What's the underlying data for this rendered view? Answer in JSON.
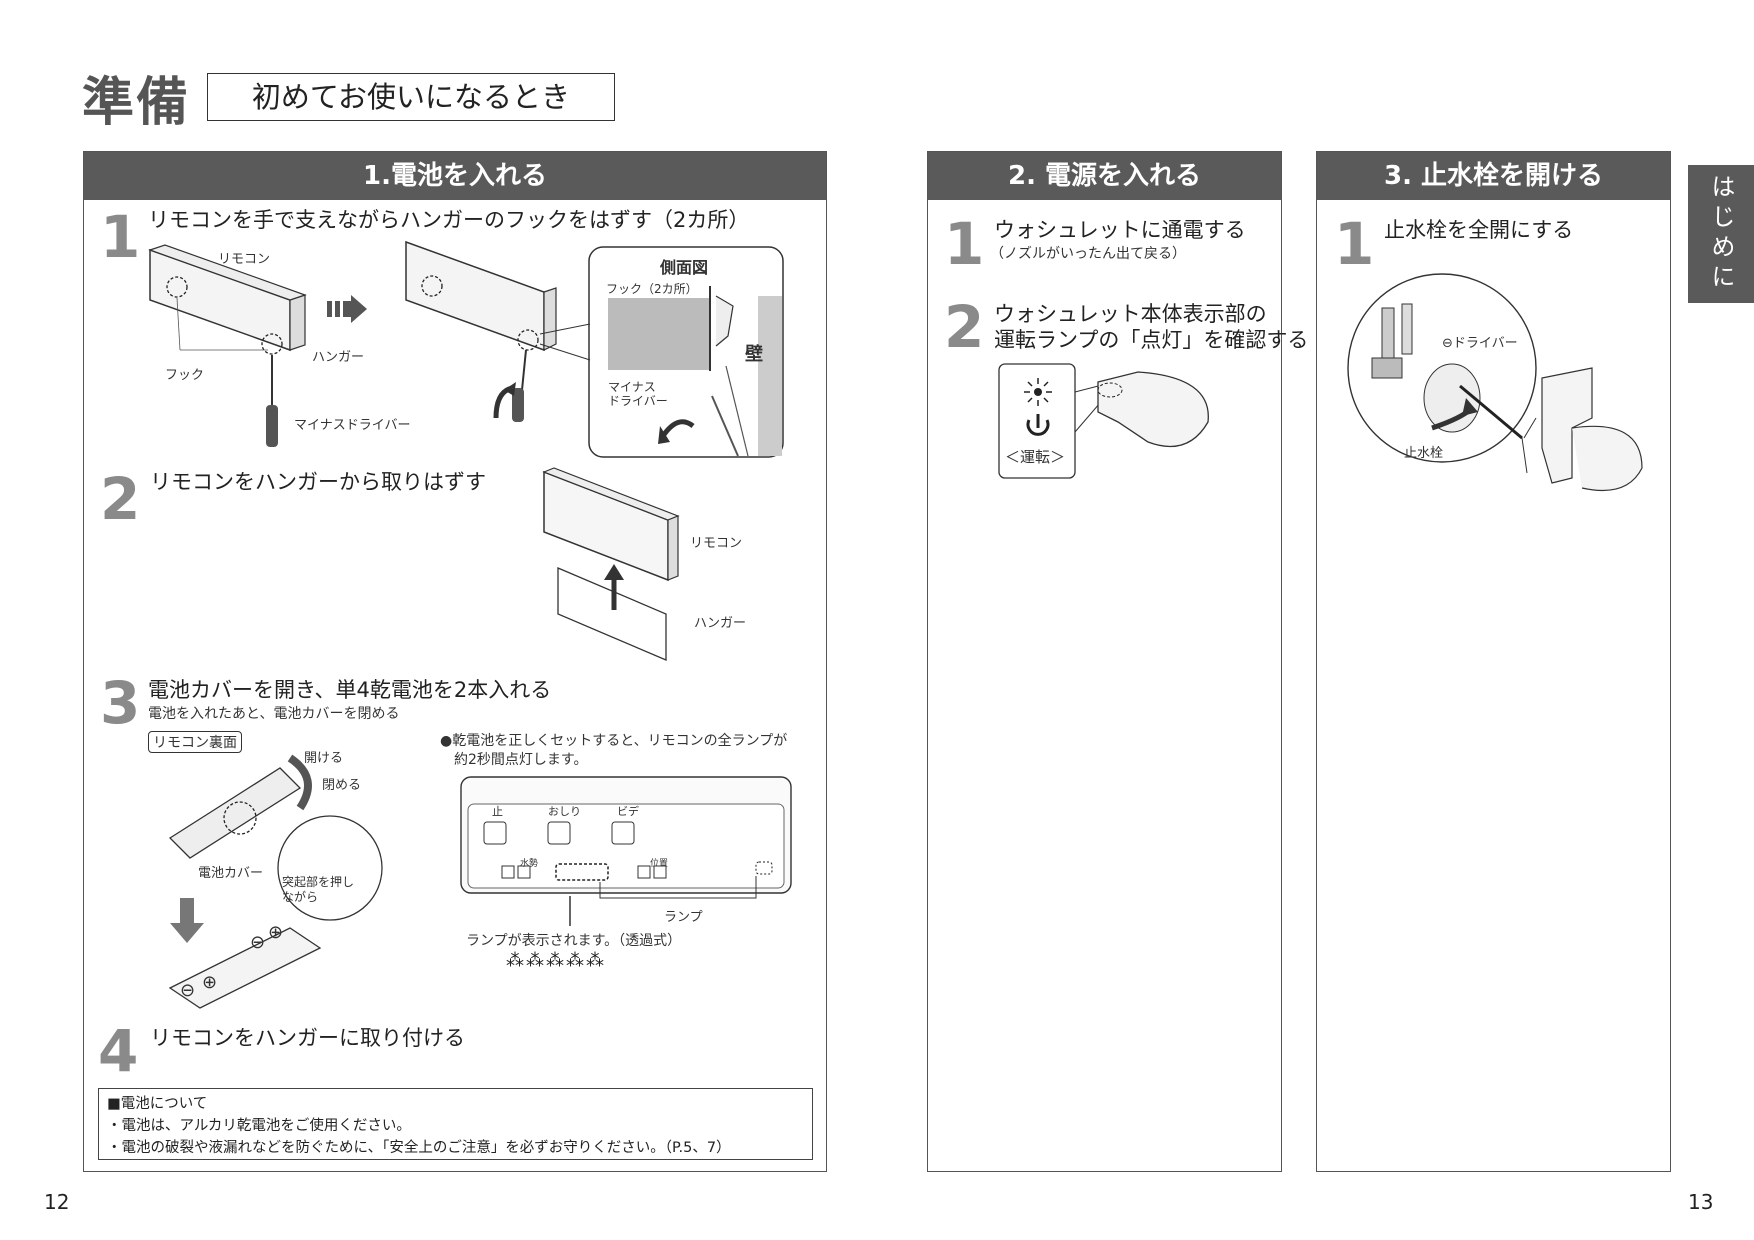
{
  "header": {
    "title": "準備",
    "subtitle": "初めてお使いになるとき"
  },
  "side_tab": "はじめに",
  "pages": {
    "left": "12",
    "right": "13"
  },
  "panel1": {
    "heading": "1.電池を入れる",
    "step1": {
      "num": "1",
      "text": "リモコンを手で支えながらハンガーのフックをはずす（2カ所）"
    },
    "step1_labels": {
      "remocon": "リモコン",
      "hanger": "ハンガー",
      "hook": "フック",
      "driver": "マイナスドライバー",
      "side_view": "側面図",
      "hook2": "フック（2カ所）",
      "wall": "壁",
      "driver2a": "マイナス",
      "driver2b": "ドライバー"
    },
    "step2": {
      "num": "2",
      "text": "リモコンをハンガーから取りはずす"
    },
    "step2_labels": {
      "remocon": "リモコン",
      "hanger": "ハンガー"
    },
    "step3": {
      "num": "3",
      "text": "電池カバーを開き、単4乾電池を2本入れる",
      "sub": "電池を入れたあと、電池カバーを閉める"
    },
    "step3_labels": {
      "back": "リモコン裏面",
      "open": "開ける",
      "close": "閉める",
      "cover": "電池カバー",
      "press_a": "突起部を押し",
      "press_b": "ながら",
      "note_a": "●乾電池を正しくセットすると、リモコンの全ランプが",
      "note_b": "約2秒間点灯します。",
      "lamp": "ランプ",
      "lamp_note": "ランプが表示されます。（透過式）",
      "btn1": "止",
      "btn2": "おしり",
      "btn3": "ビデ",
      "water": "水勢",
      "position": "位置"
    },
    "step4": {
      "num": "4",
      "text": "リモコンをハンガーに取り付ける"
    },
    "note": {
      "title": "■電池について",
      "line1": "・電池は、アルカリ乾電池をご使用ください。",
      "line2": "・電池の破裂や液漏れなどを防ぐために、「安全上のご注意」を必ずお守りください。（P.5、7）"
    }
  },
  "panel2": {
    "heading": "2. 電源を入れる",
    "step1": {
      "num": "1",
      "text": "ウォシュレットに通電する",
      "sub": "（ノズルがいったん出て戻る）"
    },
    "step2": {
      "num": "2",
      "text_a": "ウォシュレット本体表示部の",
      "text_b": "運転ランプの「点灯」を確認する"
    },
    "lamp_label": "＜運転＞"
  },
  "panel3": {
    "heading": "3. 止水栓を開ける",
    "step1": {
      "num": "1",
      "text": "止水栓を全開にする"
    },
    "labels": {
      "driver": "⊖ドライバー",
      "valve": "止水栓"
    }
  }
}
